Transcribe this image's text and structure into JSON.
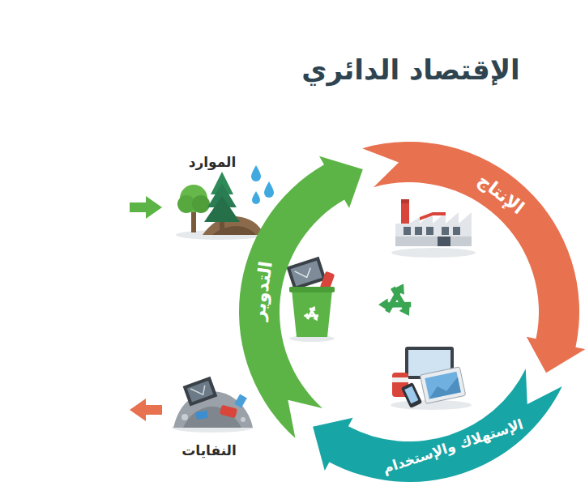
{
  "diagram": {
    "title": "الإقتصاد الدائري",
    "nodes": [
      {
        "text": [
          "الإنتاج"
        ]
      },
      {
        "text": [
          "الإستهلاك والإستخدام"
        ]
      },
      {
        "text": [
          "التدوير"
        ]
      }
    ],
    "labels": [
      "الموارد",
      "النفايات"
    ]
  }
}
